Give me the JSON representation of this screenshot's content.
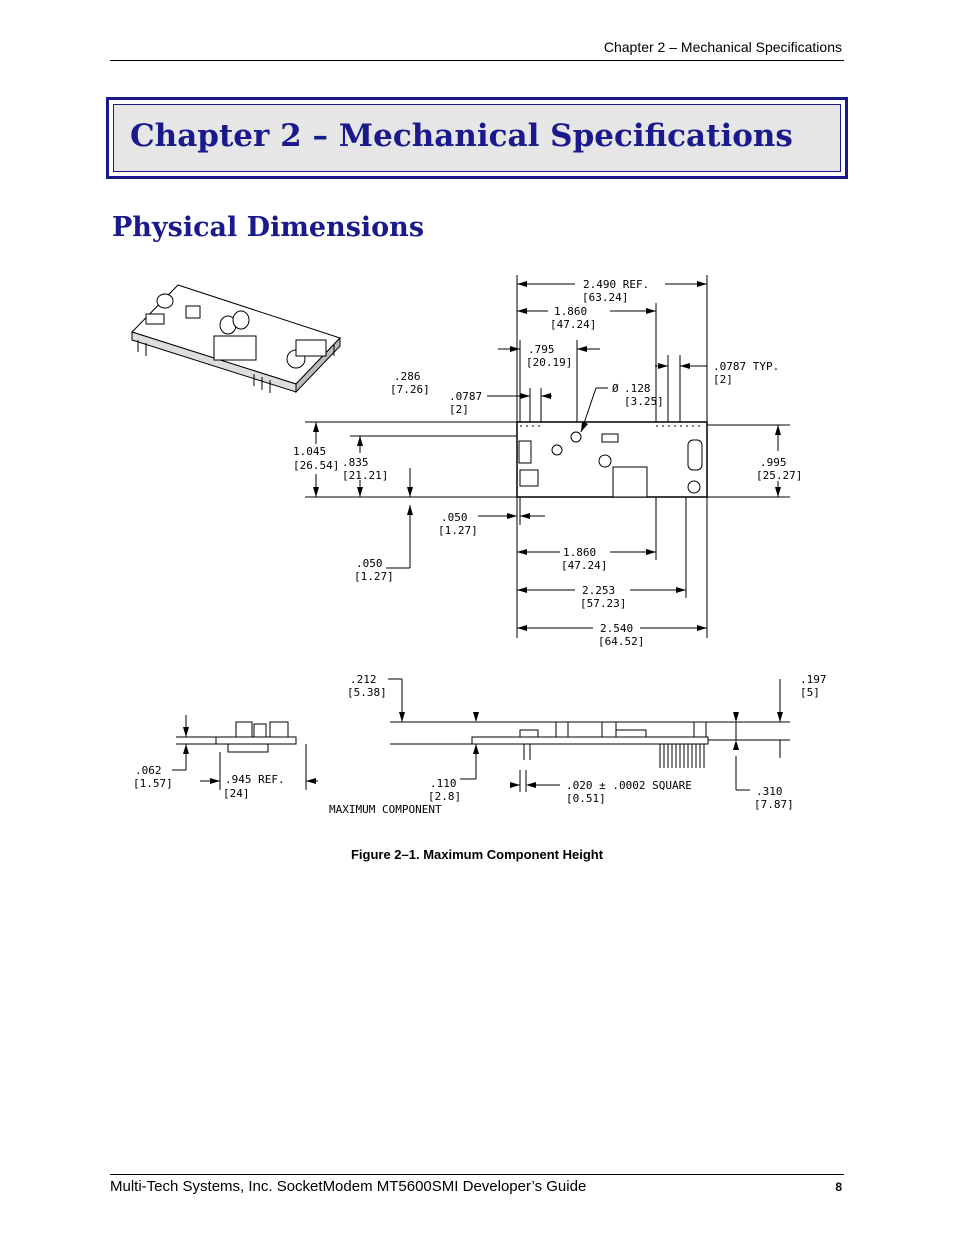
{
  "header": {
    "running_title": "Chapter 2 – Mechanical Specifications"
  },
  "chapter": {
    "title": "Chapter 2 – Mechanical Specifications"
  },
  "section": {
    "title": "Physical Dimensions"
  },
  "drawing": {
    "dimensions": {
      "overall_ref": "2.490   REF.",
      "overall_ref_mm": "[63.24]",
      "top_1860": "1.860",
      "top_1860_mm": "[47.24]",
      "d795": ".795",
      "d795_mm": "[20.19]",
      "pitch_typ": ".0787  TYP.",
      "pitch_typ_mm": "[2]",
      "d286": ".286",
      "d286_mm": "[7.26]",
      "pitch": ".0787",
      "pitch_mm": "[2]",
      "hole_dia": ".128",
      "hole_dia_mm": "[3.25]",
      "h1045": "1.045",
      "h1045_mm": "[26.54]",
      "h835": ".835",
      "h835_mm": "[21.21]",
      "h995": ".995",
      "h995_mm": "[25.27]",
      "d050a": ".050",
      "d050a_mm": "[1.27]",
      "d050b": ".050",
      "d050b_mm": "[1.27]",
      "bot_1860": "1.860",
      "bot_1860_mm": "[47.24]",
      "d2253": "2.253",
      "d2253_mm": "[57.23]",
      "d2540": "2.540",
      "d2540_mm": "[64.52]",
      "d212": ".212",
      "d212_mm": "[5.38]",
      "d197": ".197",
      "d197_mm": "[5]",
      "d062": ".062",
      "d062_mm": "[1.57]",
      "d945": ".945 REF.",
      "d945_mm": "[24]",
      "d110": ".110",
      "d110_mm": "[2.8]",
      "pin_sq": ".020  ±  .0002 SQUARE",
      "pin_sq_mm": "[0.51]",
      "d310": ".310",
      "d310_mm": "[7.87]",
      "max_comp": "MAXIMUM COMPONENT"
    }
  },
  "figure": {
    "caption": "Figure 2–1. Maximum Component Height"
  },
  "footer": {
    "text": "Multi-Tech Systems, Inc. SocketModem MT5600SMI Developer’s Guide",
    "page_number": "8"
  }
}
